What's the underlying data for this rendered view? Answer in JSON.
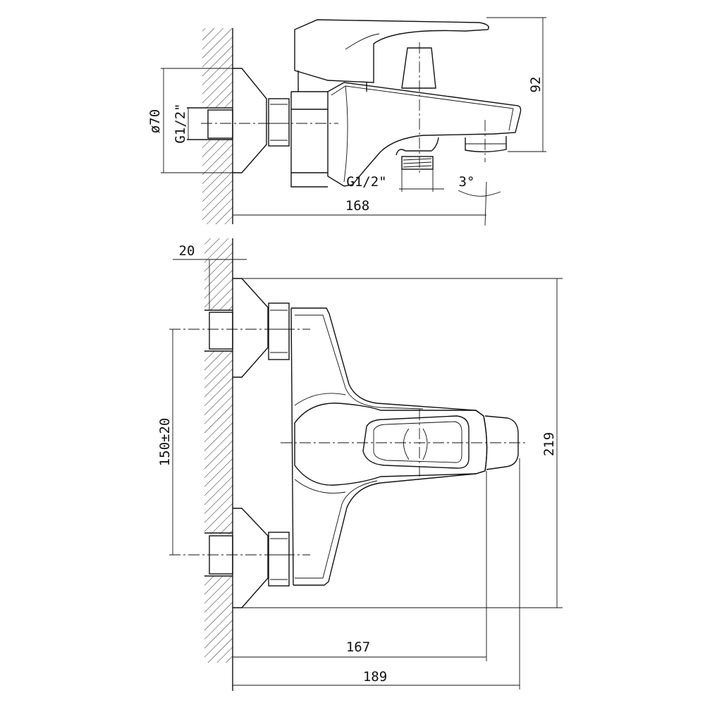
{
  "drawing": {
    "side_view": {
      "dimensions": {
        "flange_diameter": "ø70",
        "inlet_thread": "G1/2\"",
        "outlet_thread": "G1/2\"",
        "height": "92",
        "spout_angle": "3°",
        "projection": "168"
      }
    },
    "top_view": {
      "dimensions": {
        "wall_offset": "20",
        "inlet_spacing": "150±20",
        "width": "219",
        "spout_projection": "167",
        "total_projection": "189"
      }
    },
    "colors": {
      "line": "#111111",
      "background": "#ffffff"
    }
  }
}
